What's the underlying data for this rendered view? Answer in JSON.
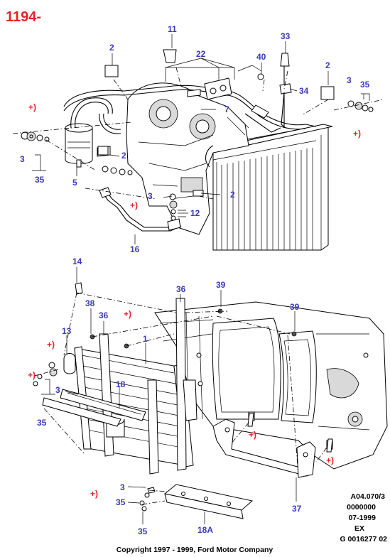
{
  "title": "1194-",
  "callouts": {
    "c11": "11",
    "c2a": "2",
    "c22": "22",
    "c40": "40",
    "c33": "33",
    "c34": "34",
    "c2b": "2",
    "c3a": "3",
    "c35a": "35",
    "c7": "7",
    "c3b": "3",
    "c35b": "35",
    "c5": "5",
    "c2c": "2",
    "c3c": "3",
    "c2d": "2",
    "c12": "12",
    "c16": "16",
    "c14": "14",
    "c36a": "36",
    "c39a": "39",
    "c39b": "39",
    "c38": "38",
    "c36b": "36",
    "c13": "13",
    "c1": "1",
    "c3d": "3",
    "c35c": "35",
    "c18": "18",
    "c3e": "3",
    "c35d": "35",
    "c35e": "35",
    "c18a": "18A",
    "c37": "37"
  },
  "plus_marks": [
    "+)",
    "+)",
    "+)",
    "+)",
    "+)",
    "+)",
    "+)",
    "+)",
    "+)"
  ],
  "doc_ref": {
    "line1": "A04.070/3",
    "line2": "0000000",
    "line3": "07-1999",
    "line4": "EX",
    "line5": "G 0016277 02"
  },
  "copyright": "Copyright 1997 - 1999, Ford Motor Company",
  "colors": {
    "callout": "#3a3ab8",
    "plus": "#e8202a",
    "title": "#e8202a"
  }
}
